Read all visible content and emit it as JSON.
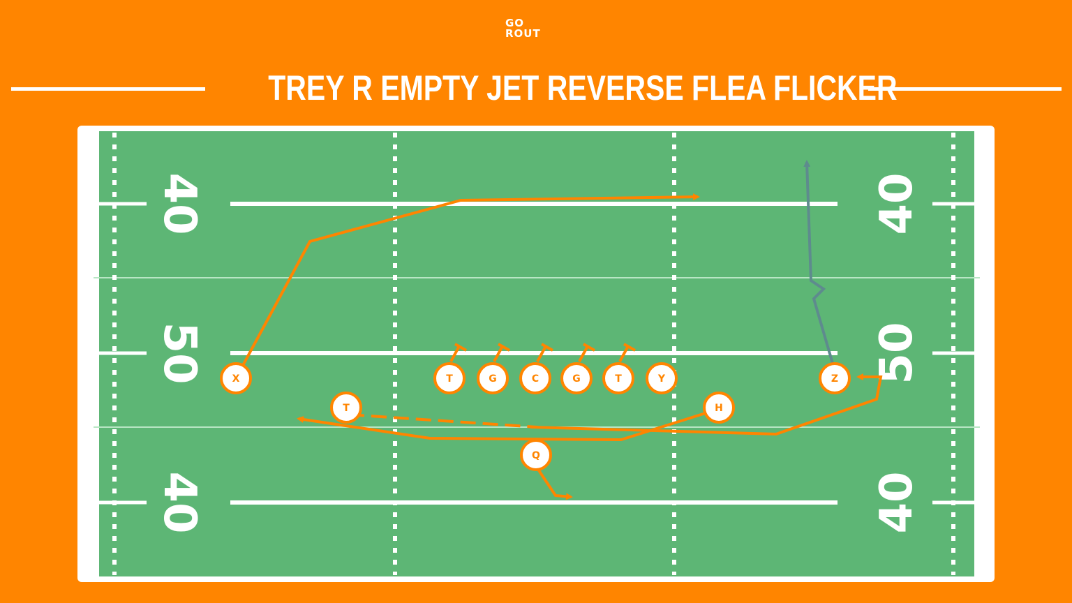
{
  "brand": {
    "logo_line1": "GO",
    "logo_line2": "ROUT"
  },
  "title": "TREY R EMPTY JET REVERSE FLEA FLICKER",
  "field": {
    "yard_numbers": [
      "40",
      "50",
      "40",
      "40",
      "50",
      "40"
    ]
  },
  "players": [
    {
      "label": "X"
    },
    {
      "label": "T"
    },
    {
      "label": "G"
    },
    {
      "label": "C"
    },
    {
      "label": "G"
    },
    {
      "label": "T"
    },
    {
      "label": "Y"
    },
    {
      "label": "Z"
    },
    {
      "label": "T"
    },
    {
      "label": "H"
    },
    {
      "label": "Q"
    }
  ],
  "colors": {
    "background": "#FF8500",
    "field": "#5DB675",
    "route": "#FF8500",
    "alt_route": "#5E8B8E",
    "line": "#FFFFFF"
  }
}
